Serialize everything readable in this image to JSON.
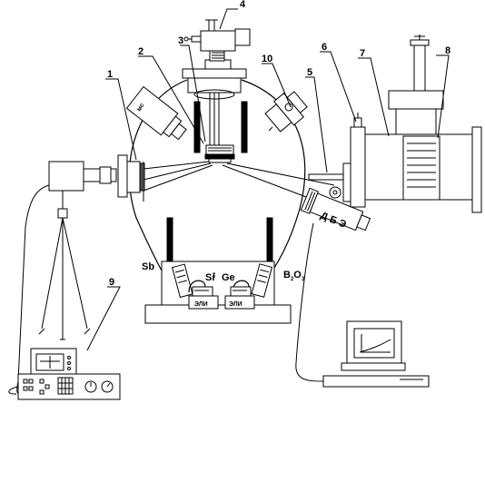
{
  "callouts": [
    "1",
    "2",
    "3",
    "4",
    "5",
    "6",
    "7",
    "8",
    "9",
    "10"
  ],
  "materials": {
    "sb": "Sb",
    "si": "Si",
    "ge": "Ge",
    "b2o3_main": "B",
    "b2o3_sub_2": "2",
    "b2o3_o": "O",
    "b2o3_sub_3": "3"
  },
  "sources": {
    "eli_left": "ЭЛИ",
    "eli_right": "ЭЛИ"
  },
  "detector_label": "Д Б Э",
  "ms_label": "мс"
}
